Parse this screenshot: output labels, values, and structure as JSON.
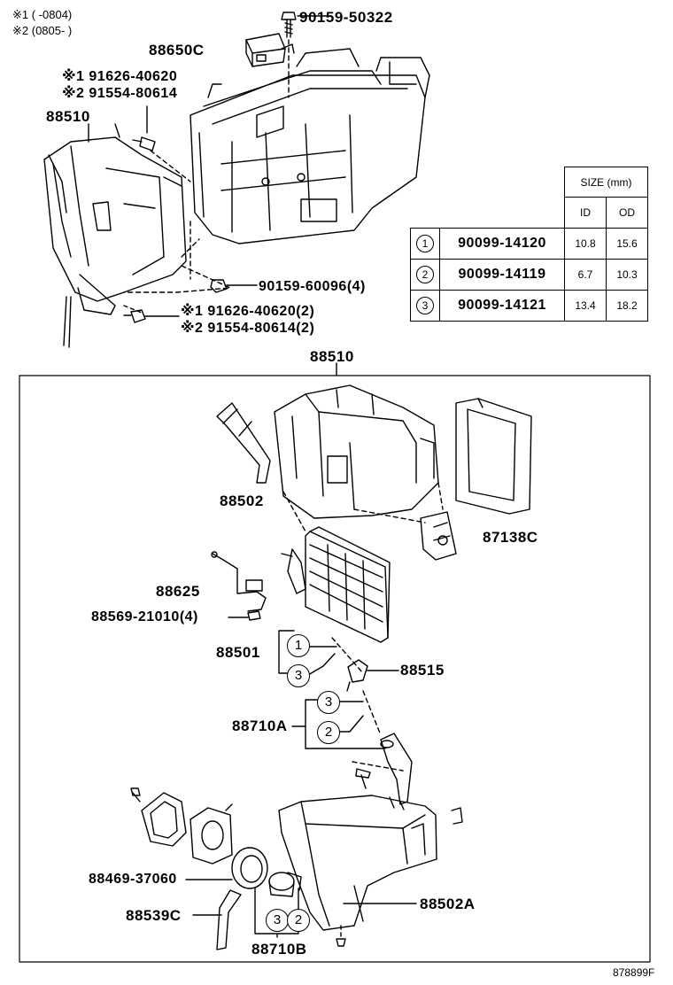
{
  "notes": {
    "note1": "※1 (      -0804)",
    "note2": "※2 (0805-       )"
  },
  "parts_top": {
    "bolt_top": "90159-50322",
    "unit_88650c": "88650C",
    "screw1_a": "※1 91626-40620",
    "screw1_b": "※2 91554-80614",
    "unit_88510": "88510",
    "bolt_mid": "90159-60096(4)",
    "screw2_a": "※1 91626-40620(2)",
    "screw2_b": "※2 91554-80614(2)"
  },
  "size_table": {
    "header": "SIZE (mm)",
    "col_id": "ID",
    "col_od": "OD",
    "rows": [
      {
        "no": "1",
        "part": "90099-14120",
        "id": "10.8",
        "od": "15.6"
      },
      {
        "no": "2",
        "part": "90099-14119",
        "id": "6.7",
        "od": "10.3"
      },
      {
        "no": "3",
        "part": "90099-14121",
        "id": "13.4",
        "od": "18.2"
      }
    ]
  },
  "parts_bottom": {
    "box_title": "88510",
    "case_upper": "88502",
    "filter": "87138C",
    "sensor": "88625",
    "clip": "88569-21010(4)",
    "evaporator": "88501",
    "valve": "88515",
    "pipe_a": "88710A",
    "seal": "88469-37060",
    "hose": "88539C",
    "case_lower": "88502A",
    "pipe_b": "88710B",
    "c1": "1",
    "c3a": "3",
    "c3b": "3",
    "c2a": "2",
    "c3c": "3",
    "c2b": "2"
  },
  "figure_code": "878899F"
}
